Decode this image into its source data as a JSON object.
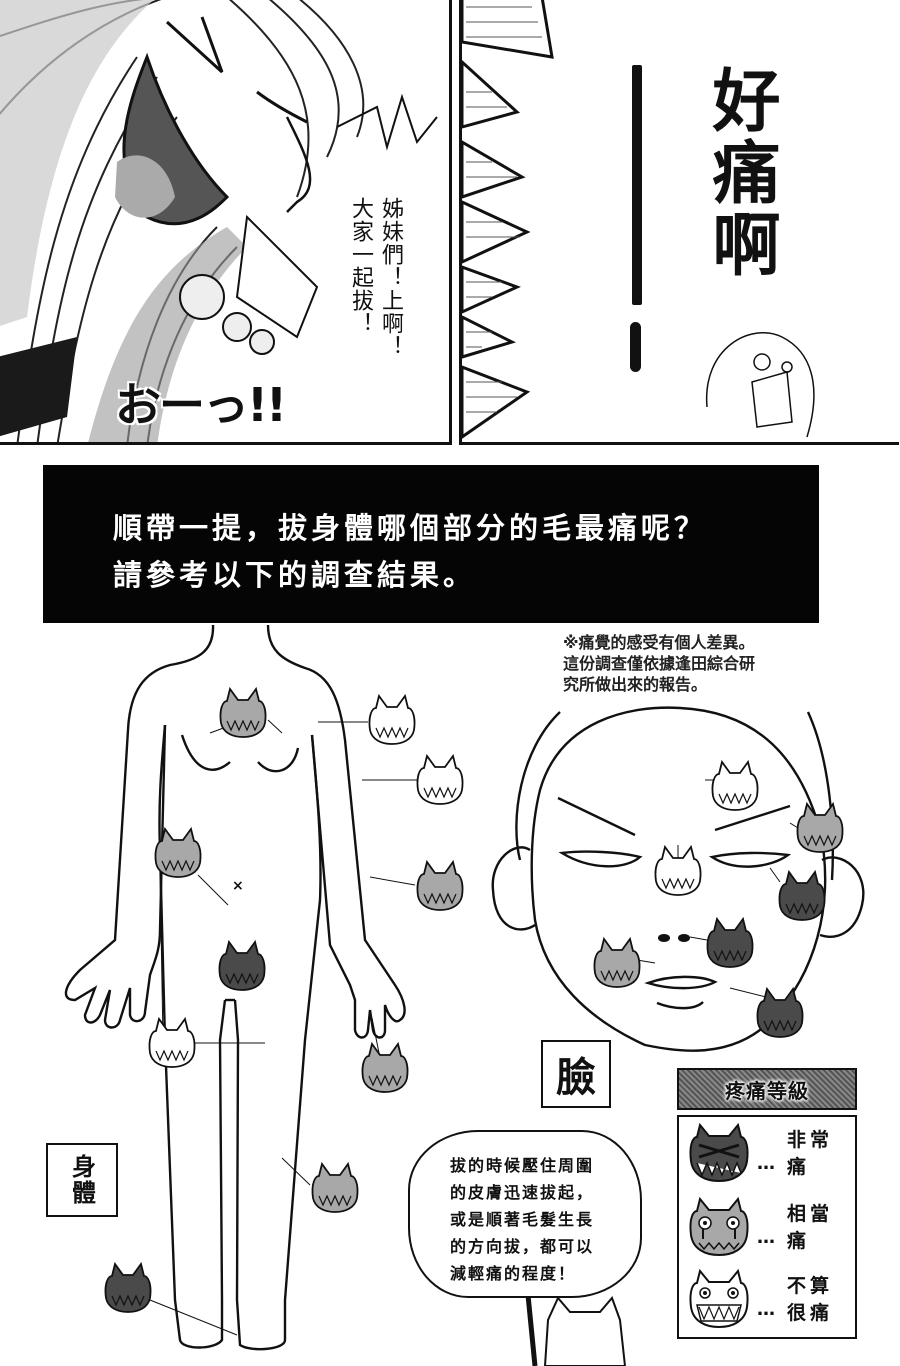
{
  "top_left_panel": {
    "speech_bubble": [
      "姊妹們！上啊！",
      "大家一起拔！"
    ],
    "sound_effect": "おーっ!!"
  },
  "top_right_panel": {
    "shout": "好痛啊",
    "dash": "——！"
  },
  "banner": {
    "line1": "順帶一提，拔身體哪個部分的毛最痛呢？",
    "line2": "請參考以下的調查結果。"
  },
  "note": {
    "line1": "※痛覺的感受有個人差異。",
    "line2": "這份調查僅依據逢田綜合研",
    "line3": "究所做出來的報告。"
  },
  "body_label": "身體",
  "face_label": "臉",
  "tip_bubble": {
    "lines": [
      "拔的時候壓住周圍",
      "的皮膚迅速拔起，",
      "或是順著毛髮生長",
      "的方向拔，都可以",
      "減輕痛的程度！"
    ]
  },
  "legend": {
    "title": "疼痛等級",
    "items": [
      {
        "icon": "crossed-eyes-cat-icon",
        "dots": "…",
        "label": "非常痛",
        "color": "#4a4a4a"
      },
      {
        "icon": "teary-cat-icon",
        "dots": "…",
        "label": "相當痛",
        "color": "#a8a8a8"
      },
      {
        "icon": "smiling-cat-icon",
        "dots": "…",
        "label": "不算很痛",
        "color": "#ffffff"
      }
    ]
  },
  "colors": {
    "ink": "#111111",
    "banner_bg": "#050505",
    "very_painful": "#4a4a4a",
    "quite_painful": "#a8a8a8",
    "not_very_painful": "#ffffff"
  }
}
